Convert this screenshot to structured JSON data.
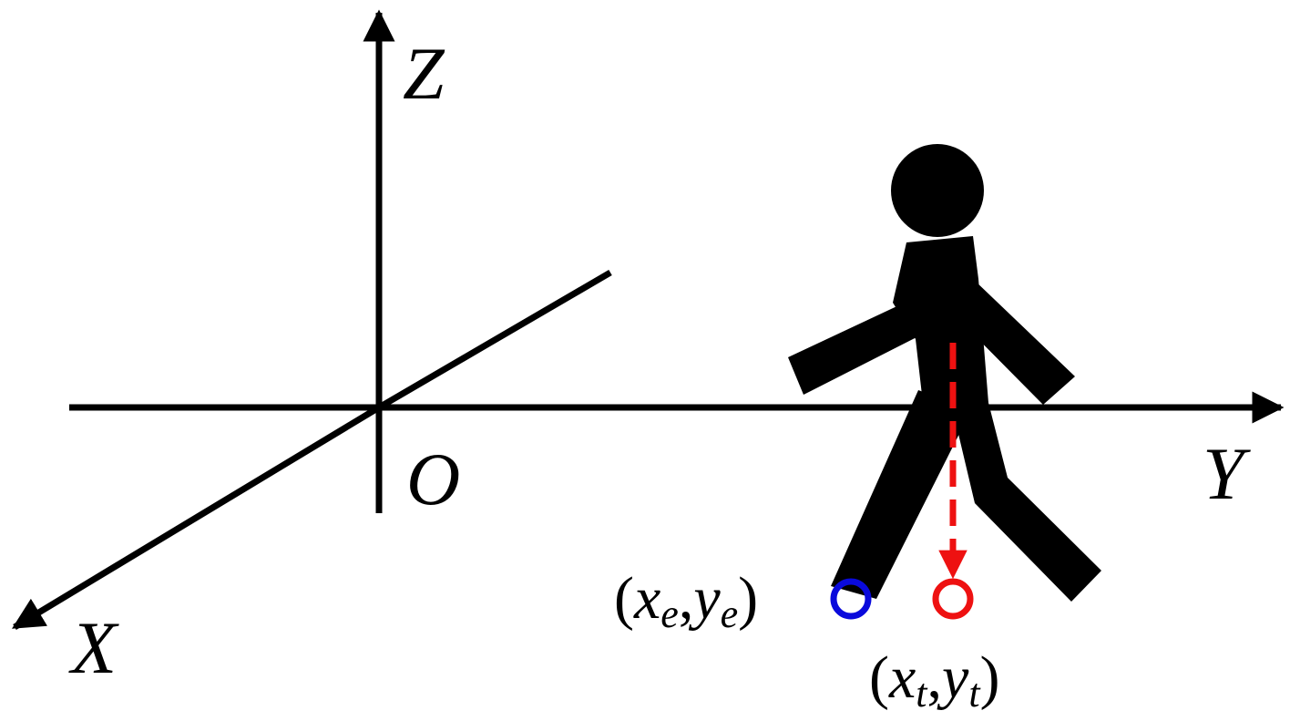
{
  "axes": {
    "z_label": "Z",
    "y_label": "Y",
    "x_label": "X",
    "origin_label": "O"
  },
  "points": {
    "estimated": {
      "open": "(",
      "x": "x",
      "x_sub": "e",
      "sep": ",",
      "y": "y",
      "y_sub": "e",
      "close": ")",
      "color": "#0a0adc"
    },
    "true": {
      "open": "(",
      "x": "x",
      "x_sub": "t",
      "sep": ",",
      "y": "y",
      "y_sub": "t",
      "close": ")",
      "color": "#ee1111"
    }
  },
  "figure_color": "#000000"
}
